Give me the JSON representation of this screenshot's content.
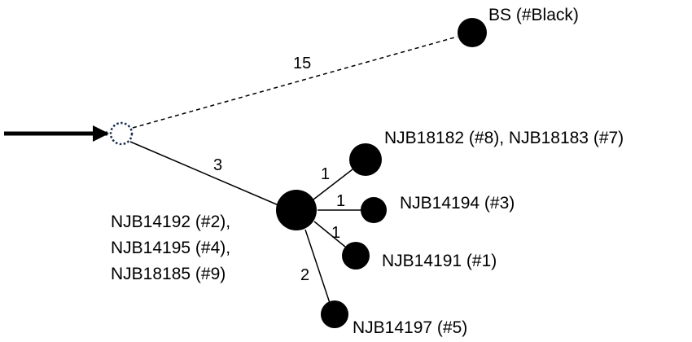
{
  "diagram": {
    "colors": {
      "node": "#000000",
      "edge": "#000000",
      "background": "#ffffff"
    },
    "root": {
      "style": "dotted-hollow"
    },
    "nodes": {
      "bs": {
        "label": "BS (#Black)"
      },
      "n8_7": {
        "label": "NJB18182 (#8), NJB18183 (#7)"
      },
      "n3": {
        "label": "NJB14194 (#3)"
      },
      "n1": {
        "label": "NJB14191 (#1)"
      },
      "n5": {
        "label": "NJB14197 (#5)"
      },
      "hub": {
        "label_lines": [
          "NJB14192 (#2),",
          "NJB14195 (#4),",
          "NJB18185 (#9)"
        ]
      }
    },
    "edges": {
      "root_bs": {
        "label": "15",
        "style": "dashed"
      },
      "root_hub": {
        "label": "3",
        "style": "solid"
      },
      "hub_n8_7": {
        "label": "1",
        "style": "solid"
      },
      "hub_n3": {
        "label": "1",
        "style": "solid"
      },
      "hub_n1": {
        "label": "1",
        "style": "solid"
      },
      "hub_n5": {
        "label": "2",
        "style": "solid"
      }
    }
  }
}
